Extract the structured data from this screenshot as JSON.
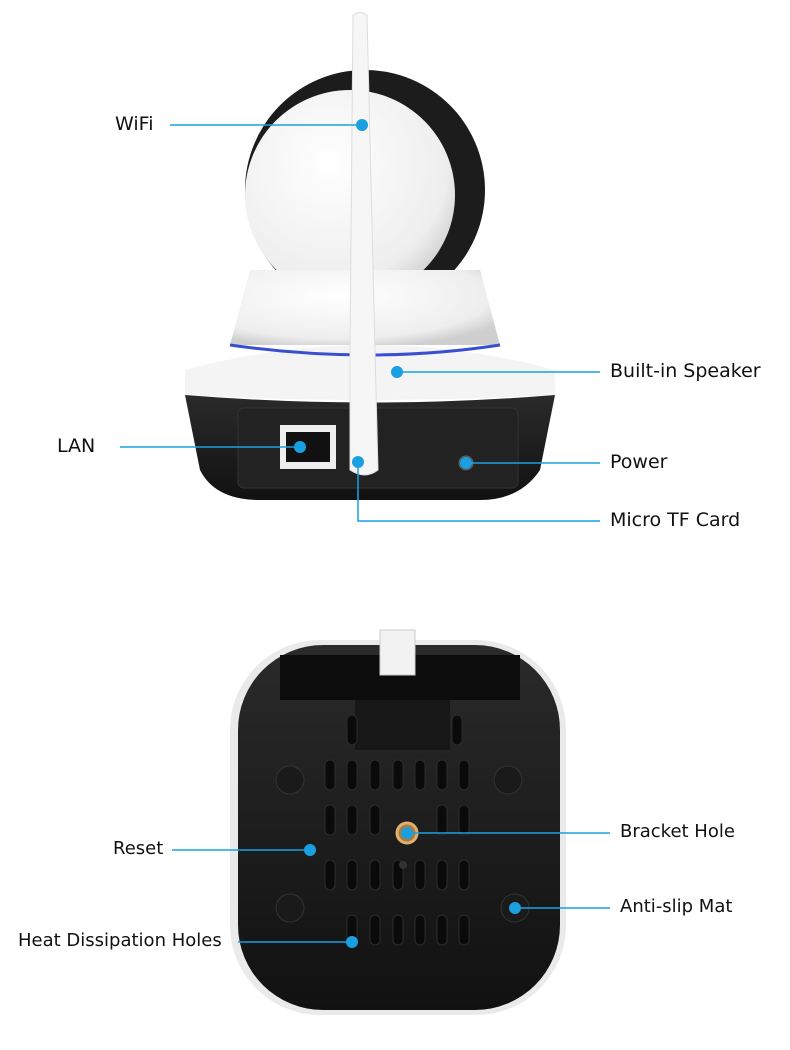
{
  "accent_color": "#1aa0e0",
  "callouts": {
    "wifi": "WiFi",
    "speaker": "Built-in Speaker",
    "lan": "LAN",
    "power": "Power",
    "tf_card": "Micro TF Card",
    "reset": "Reset",
    "bracket_hole": "Bracket Hole",
    "anti_slip": "Anti-slip Mat",
    "heat_holes": "Heat Dissipation Holes"
  }
}
